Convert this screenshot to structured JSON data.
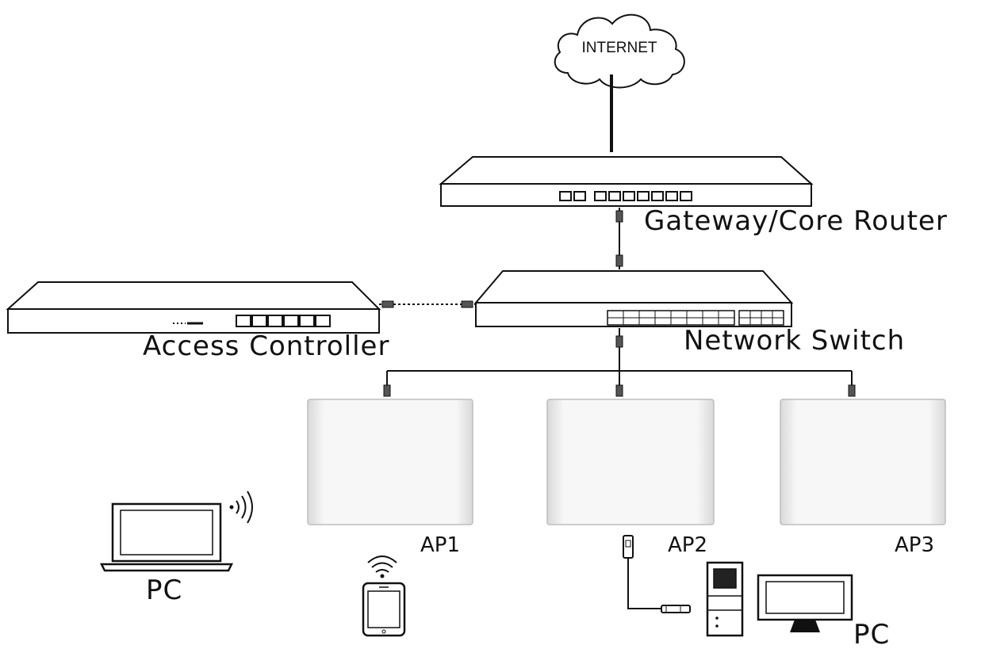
{
  "diagram": {
    "internet_label": "INTERNET",
    "router_label": "Gateway/Core Router",
    "switch_label": "Network Switch",
    "controller_label": "Access Controller",
    "ap_labels": [
      "AP1",
      "AP2",
      "AP3"
    ],
    "pc_wireless_label": "PC",
    "pc_wired_label": "PC"
  }
}
